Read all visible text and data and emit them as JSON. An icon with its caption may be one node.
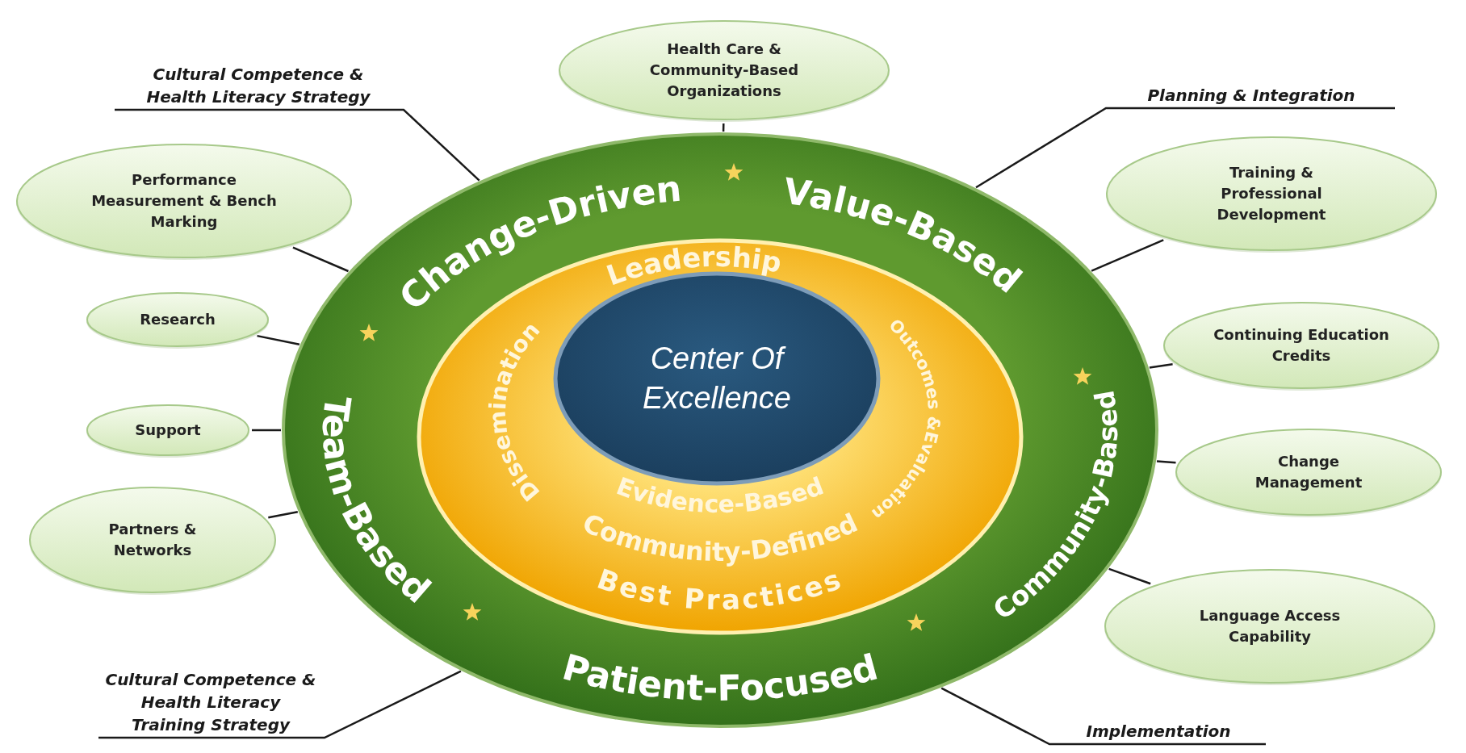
{
  "diagram": {
    "nodes": [
      {
        "text": [
          "Change-Driven",
          "Value-Based",
          "Community-Based",
          "Patient-Focused",
          "Team-Based"
        ]
      },
      {
        "text": [
          "Leadership",
          "Dissemination",
          "Outcomes &Evaluation",
          "Evidence-Based",
          "Community-Defined",
          "Best Practices"
        ],
        "in": 0
      },
      {
        "text": [
          "Center Of Excellence"
        ],
        "in": 1
      },
      {
        "text": [
          "Health Care & Community-Based Organizations"
        ]
      },
      {
        "text": [
          "Cultural Competence & Health Literacy Strategy"
        ]
      },
      {
        "text": [
          "Planning & Integration"
        ]
      },
      {
        "text": [
          "Performance Measurement & Bench Marking"
        ]
      },
      {
        "text": [
          "Training & Professional Development"
        ]
      },
      {
        "text": [
          "Research"
        ]
      },
      {
        "text": [
          "Continuing Education Credits"
        ]
      },
      {
        "text": [
          "Support"
        ]
      },
      {
        "text": [
          "Change Management"
        ]
      },
      {
        "text": [
          "Partners & Networks"
        ]
      },
      {
        "text": [
          "Language Access Capability"
        ]
      },
      {
        "text": [
          "Cultural Competence & Health Literacy Training Strategy"
        ]
      },
      {
        "text": [
          "Implementation"
        ]
      }
    ],
    "edges": [
      {
        "from": 3,
        "to": 0,
        "arrow": "none"
      },
      {
        "from": 4,
        "to": 0,
        "arrow": "none"
      },
      {
        "from": 5,
        "to": 0,
        "arrow": "none"
      },
      {
        "from": 6,
        "to": 0,
        "arrow": "none"
      },
      {
        "from": 7,
        "to": 0,
        "arrow": "none"
      },
      {
        "from": 8,
        "to": 0,
        "arrow": "none"
      },
      {
        "from": 9,
        "to": 0,
        "arrow": "none"
      },
      {
        "from": 10,
        "to": 0,
        "arrow": "none"
      },
      {
        "from": 11,
        "to": 0,
        "arrow": "none"
      },
      {
        "from": 12,
        "to": 0,
        "arrow": "none"
      },
      {
        "from": 13,
        "to": 0,
        "arrow": "none"
      },
      {
        "from": 14,
        "to": 0,
        "arrow": "none"
      },
      {
        "from": 15,
        "to": 0,
        "arrow": "none"
      }
    ]
  }
}
